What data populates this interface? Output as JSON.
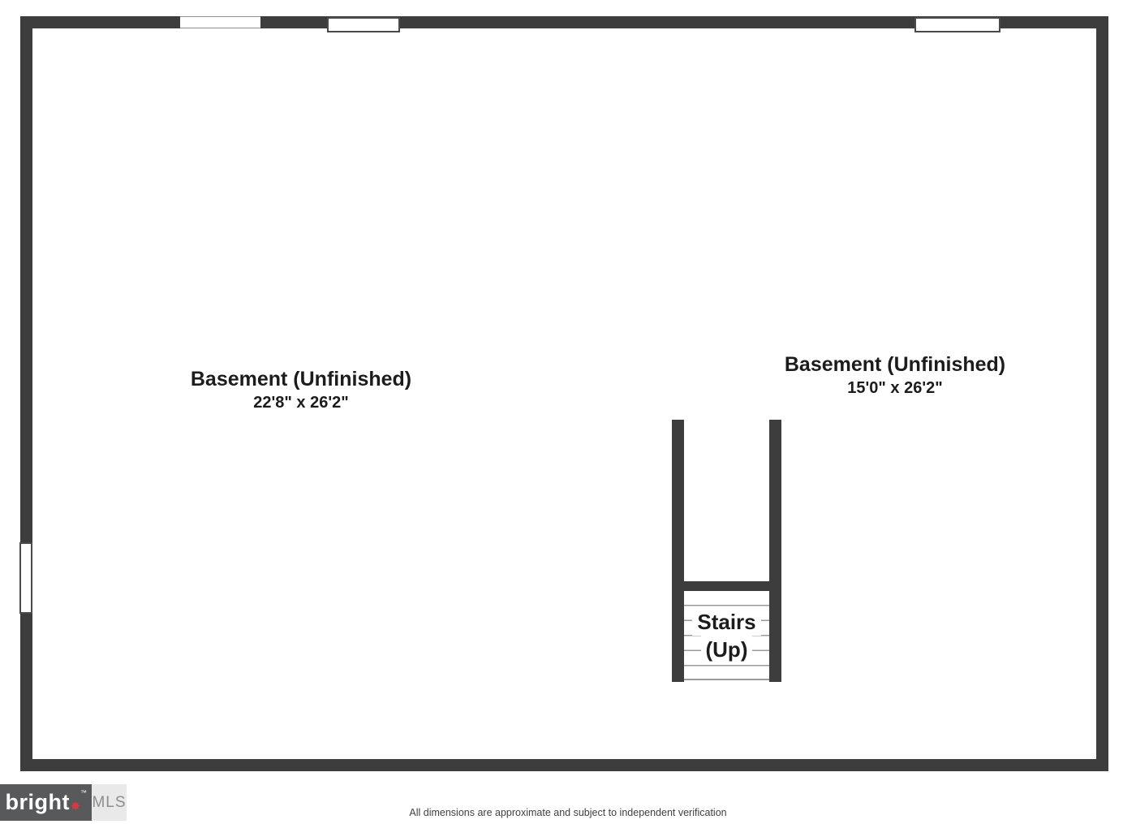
{
  "colors": {
    "wall": "#3d3d3d",
    "text": "#1c1c1c",
    "logo_dark_bg": "#58595b",
    "logo_light_bg": "#e9e9e9",
    "logo_mls_text": "#8d8d8d",
    "leaf_red": "#d63a3f"
  },
  "rooms": [
    {
      "name": "Basement (Unfinished)",
      "dimensions": "22'8\" x 26'2\""
    },
    {
      "name": "Basement (Unfinished)",
      "dimensions": "15'0\" x 26'2\""
    }
  ],
  "stairs": {
    "label_line1": "Stairs",
    "label_line2": "(Up)"
  },
  "logo": {
    "brand": "bright",
    "trademark": "™",
    "suffix": "MLS"
  },
  "footer": {
    "disclaimer": "All dimensions are approximate and subject to independent verification"
  }
}
